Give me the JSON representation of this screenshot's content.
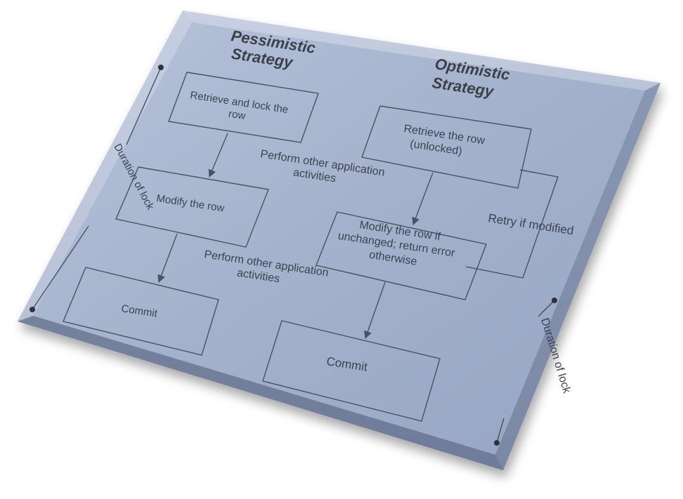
{
  "pessimistic": {
    "title": [
      "Pessimistic",
      "Strategy"
    ],
    "step1": [
      "Retrieve and lock the",
      "row"
    ],
    "step2": [
      "Modify the row"
    ],
    "step3": [
      "Commit"
    ],
    "note1": [
      "Perform other application",
      "activities"
    ],
    "note2": [
      "Perform other application",
      "activities"
    ],
    "duration": "Duration of lock"
  },
  "optimistic": {
    "title": [
      "Optimistic",
      "Strategy"
    ],
    "step1": [
      "Retrieve the row",
      "(unlocked)"
    ],
    "step2": [
      "Modify the row if",
      "unchanged; return error",
      "otherwise"
    ],
    "step3": [
      "Commit"
    ],
    "retry": "Retry if modified",
    "duration": "Duration of lock"
  },
  "colors": {
    "slide_face": "#9fadc8",
    "slide_edge": "#7c8aa6",
    "stroke": "#4a5260",
    "text": "#3d434e"
  }
}
